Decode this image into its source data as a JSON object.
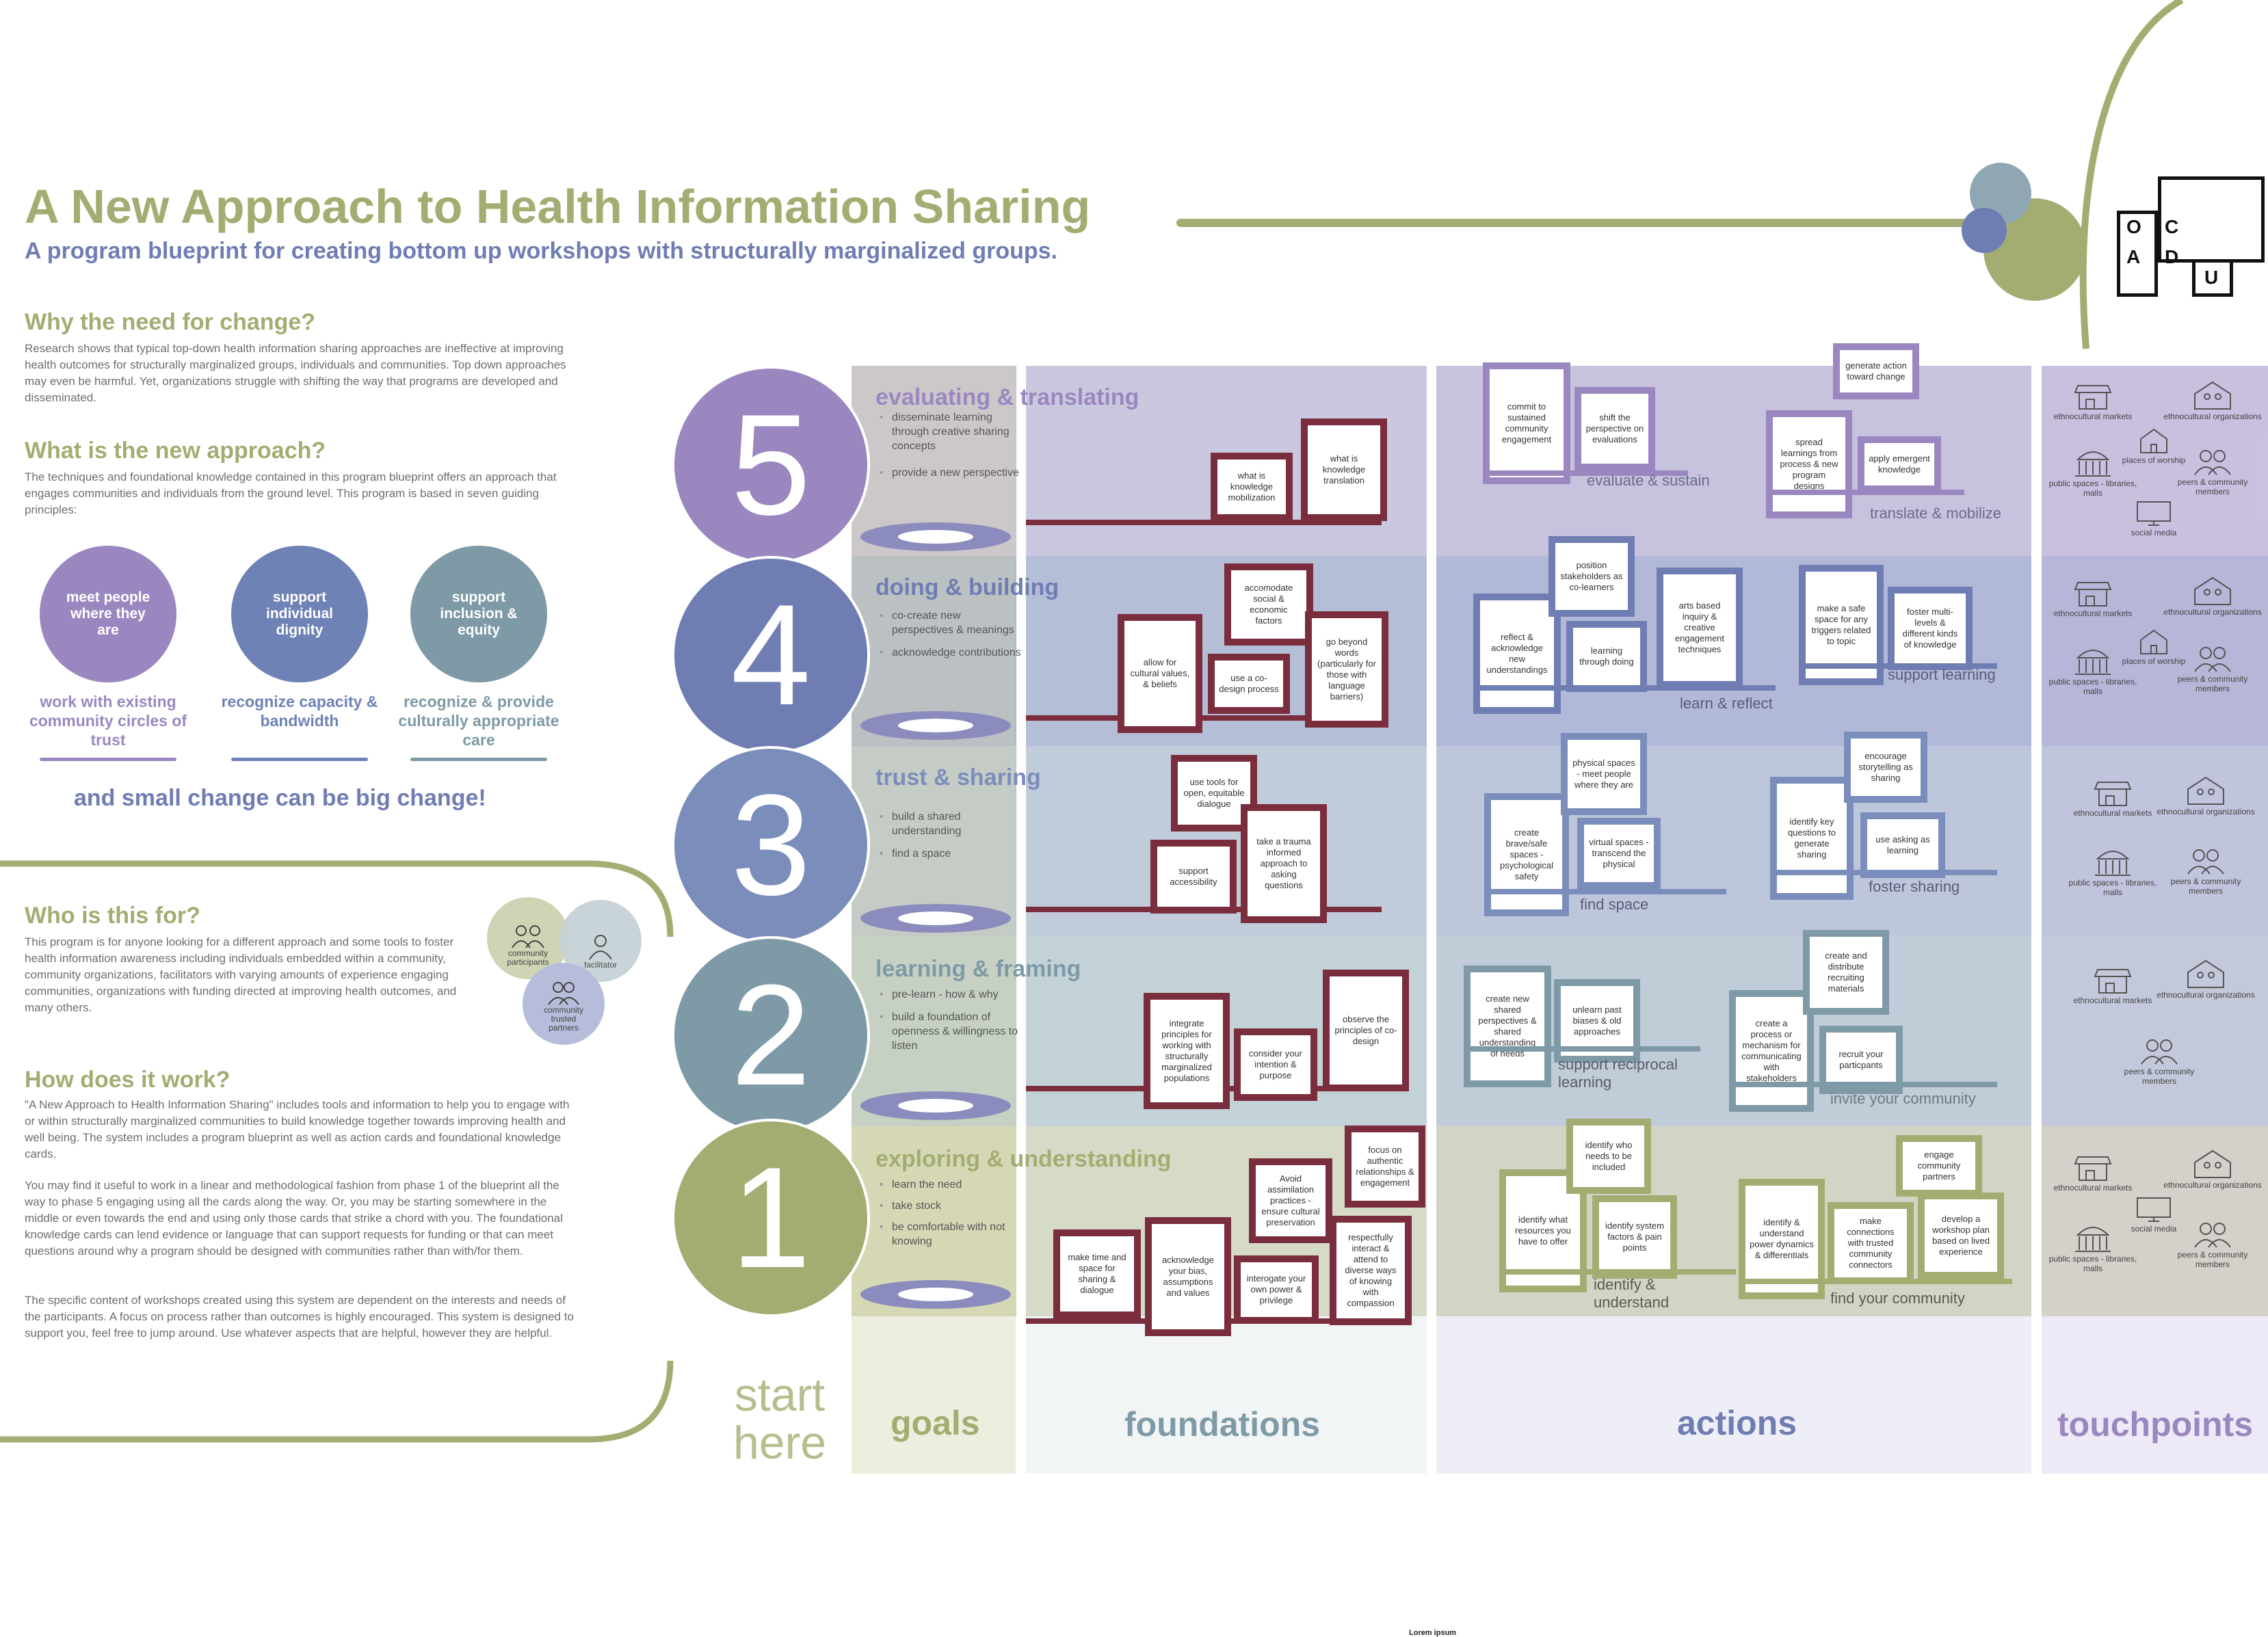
{
  "header": {
    "title": "A New Approach to Health Information Sharing",
    "subtitle": "A program blueprint for creating bottom up workshops with structurally marginalized groups."
  },
  "logo": {
    "letters": [
      "O",
      "C",
      "A",
      "D",
      "U"
    ]
  },
  "why": {
    "heading": "Why the need for change?",
    "body": "Research shows that typical top-down health information sharing approaches are ineffective at improving health outcomes for structurally marginalized groups, individuals and communities. Top down approaches may even be harmful. Yet, organizations struggle with shifting the way that programs are developed and disseminated."
  },
  "what": {
    "heading": "What is the new approach?",
    "body": "The techniques and foundational knowledge contained in this program blueprint offers an approach that engages communities and individuals from the ground level. This program is based in seven guiding principles:"
  },
  "principles": [
    {
      "circle": "meet people where they are",
      "caption": "work with existing community circles of trust",
      "color": "#9b87c0"
    },
    {
      "circle": "support individual dignity",
      "caption": "recognize capacity & bandwidth",
      "color": "#6f82b6"
    },
    {
      "circle": "support inclusion & equity",
      "caption": "recognize & provide culturally appropriate care",
      "color": "#7e9aa6"
    }
  ],
  "tagline": "and small change can be big change!",
  "who": {
    "heading": "Who is this for?",
    "body": "This program is for anyone looking for a different approach and some tools to foster health information awareness including individuals embedded within a community, community organizations, facilitators with varying amounts of experience engaging communities, organizations with funding directed at improving health outcomes, and many others.",
    "audience": [
      "community participants",
      "facilitator",
      "community trusted partners"
    ]
  },
  "how": {
    "heading": "How does it work?",
    "p1": "\"A New Approach to Health Information Sharing\" includes tools and information to help you to engage with or within structurally marginalized communities to build knowledge together towards improving health and well being.  The system includes a program blueprint as well as action cards and foundational knowledge cards.",
    "p2": "You may find it useful to work in a linear and methodological fashion from phase 1 of the blueprint all the way to phase 5 engaging using all the cards along the way. Or, you may be starting somewhere in the middle or even towards the end and using only those cards that strike a chord with you. The foundational knowledge cards can lend evidence or language that can support requests for funding or that can meet questions around why a program should be designed with communities rather than with/for them.",
    "p3": "The specific content of workshops created using this system are dependent on the interests and needs of the participants. A focus on process rather than outcomes is highly encouraged. This system is designed to support you, feel free to jump around. Use whatever aspects that are helpful, however they are helpful."
  },
  "start": "start here",
  "columns": {
    "goals": "goals",
    "foundations": "foundations",
    "actions": "actions",
    "touchpoints": "touchpoints"
  },
  "phases": [
    {
      "num": "5",
      "title": "evaluating & translating",
      "color": "#9b87c0",
      "goals": [
        "disseminate learning through creative sharing concepts",
        "provide a new perspective"
      ],
      "foundations": [
        "what is knowledge mobilization",
        "what is knowledge translation"
      ],
      "action_groups": [
        {
          "label": "evaluate & sustain",
          "cards": [
            "commit to sustained community engagement",
            "shift the perspective on evaluations"
          ]
        },
        {
          "label": "translate & mobilize",
          "cards": [
            "generate action toward change",
            "spread learnings from process & new program designs",
            "apply emergent knowledge"
          ]
        }
      ],
      "touchpoints": [
        "ethnocultural markets",
        "ethnocultural organizations",
        "places of worship",
        "public spaces - libraries, malls",
        "peers & community members",
        "social media"
      ]
    },
    {
      "num": "4",
      "title": "doing & building",
      "color": "#6f7db3",
      "goals": [
        "co-create new perspectives & meanings",
        "acknowledge contributions"
      ],
      "foundations": [
        "allow for cultural values, & beliefs",
        "accomodate social & economic factors",
        "use a co-design process",
        "go beyond words (particularly for those with language barriers)"
      ],
      "action_groups": [
        {
          "label": "learn & reflect",
          "cards": [
            "reflect & acknowledge new understandings",
            "position stakeholders as co-learners",
            "learning through doing",
            "arts based inquiry & creative engagement techniques"
          ]
        },
        {
          "label": "support learning",
          "cards": [
            "make a safe space for any triggers related to topic",
            "foster multi-levels & different kinds of knowledge"
          ]
        }
      ],
      "touchpoints": [
        "ethnocultural markets",
        "ethnocultural organizations",
        "places of worship",
        "public spaces - libraries, malls",
        "peers & community members"
      ]
    },
    {
      "num": "3",
      "title": "trust & sharing",
      "color": "#7b8dbb",
      "goals": [
        "build a shared understanding",
        "find a space"
      ],
      "foundations": [
        "use tools for open, equitable dialogue",
        "support accessibility",
        "take a trauma informed approach to asking questions"
      ],
      "action_groups": [
        {
          "label": "find space",
          "cards": [
            "create brave/safe spaces - psychological safety",
            "physical spaces - meet people where they are",
            "virtual spaces - transcend the physical"
          ]
        },
        {
          "label": "foster sharing",
          "cards": [
            "identify key questions to generate sharing",
            "encourage storytelling as sharing",
            "use asking as learning"
          ]
        }
      ],
      "touchpoints": [
        "ethnocultural markets",
        "ethnocultural organizations",
        "public spaces - libraries, malls",
        "peers & community members"
      ]
    },
    {
      "num": "2",
      "title": "learning & framing",
      "color": "#7f9aa7",
      "goals": [
        "pre-learn - how & why",
        "build a foundation of openness & willingness to listen"
      ],
      "foundations": [
        "integrate principles for working with structurally marginalized populations",
        "consider your intention & purpose",
        "observe the principles of co-design"
      ],
      "action_groups": [
        {
          "label": "support reciprocal learning",
          "cards": [
            "create new shared perspectives & shared understanding of needs",
            "unlearn past biases & old approaches"
          ]
        },
        {
          "label": "invite your community",
          "cards": [
            "create a process or mechanism for communicating with stakeholders",
            "create and distribute recruiting materials",
            "recruit your particpants"
          ]
        }
      ],
      "touchpoints": [
        "ethnocultural markets",
        "ethnocultural organizations",
        "peers & community members"
      ]
    },
    {
      "num": "1",
      "title": "exploring & understanding",
      "color": "#a3ad72",
      "goals": [
        "learn the need",
        "take stock",
        "be comfortable with not knowing"
      ],
      "foundations": [
        "make time and space for sharing & dialogue",
        "acknowledge your bias, assumptions and values",
        "Avoid assimilation practices - ensure cultural preservation",
        "interogate your own power & privilege",
        "respectfully interact & attend to diverse ways of knowing with compassion",
        "focus on authentic relationships & engagement"
      ],
      "action_groups": [
        {
          "label": "identify & understand",
          "cards": [
            "identify what resources you have to offer",
            "identify who needs to be included",
            "identify system factors & pain points"
          ]
        },
        {
          "label": "find your community",
          "cards": [
            "identify & understand power dynamics & differentials",
            "make connections with trusted community connectors",
            "engage community partners",
            "develop a workshop plan based on lived experience"
          ]
        }
      ],
      "touchpoints": [
        "ethnocultural markets",
        "ethnocultural organizations",
        "social media",
        "public spaces - libraries, malls",
        "peers & community members"
      ]
    }
  ],
  "footer": "Lorem ipsum",
  "colors": {
    "olive": "#a3ad72",
    "purple": "#9b87c0",
    "blue": "#6f7db3",
    "teal": "#7f9aa7",
    "maroon": "#7a2d3c"
  }
}
